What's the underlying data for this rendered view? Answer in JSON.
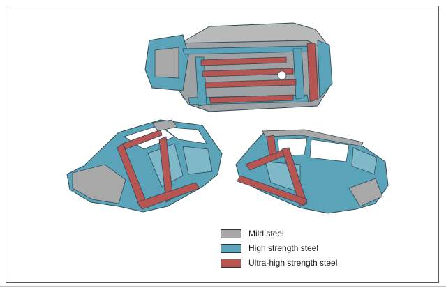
{
  "colors": {
    "mild": "#a8a8a8",
    "high": "#5aa3b8",
    "ultra": "#b65552",
    "outline": "#2e4a55"
  },
  "views": [
    {
      "name": "underbody-view"
    },
    {
      "name": "front-three-quarter-view"
    },
    {
      "name": "rear-three-quarter-view"
    }
  ],
  "legend": {
    "items": [
      {
        "label": "Mild steel",
        "color": "#a8a8a8"
      },
      {
        "label": "High strength steel",
        "color": "#5aa3b8"
      },
      {
        "label": "Ultra-high strength steel",
        "color": "#b65552"
      }
    ]
  }
}
